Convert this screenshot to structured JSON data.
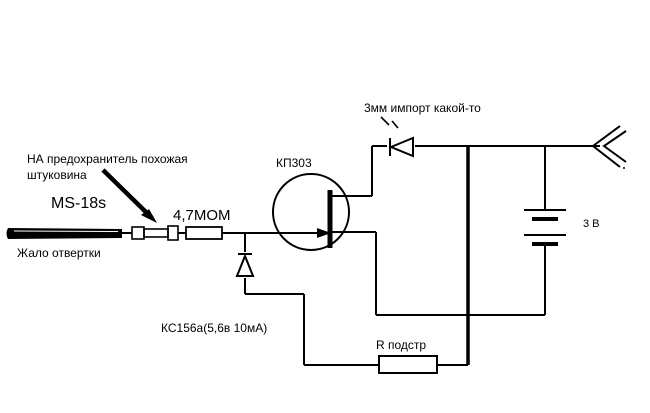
{
  "labels": {
    "led_note": "3мм импорт какой-то",
    "fuse_note_line1": "НА предохранитель похожая",
    "fuse_note_line2": "штуковина",
    "transistor": "КП303",
    "probe_model": "MS-18s",
    "resistor_value": "4,7МОМ",
    "probe_tip": "Жало отвертки",
    "battery": "3 В",
    "zener": "КС156а(5,6в 10мА)",
    "trimmer": "R подстр"
  },
  "colors": {
    "ink": "#000000",
    "paper": "#ffffff"
  }
}
